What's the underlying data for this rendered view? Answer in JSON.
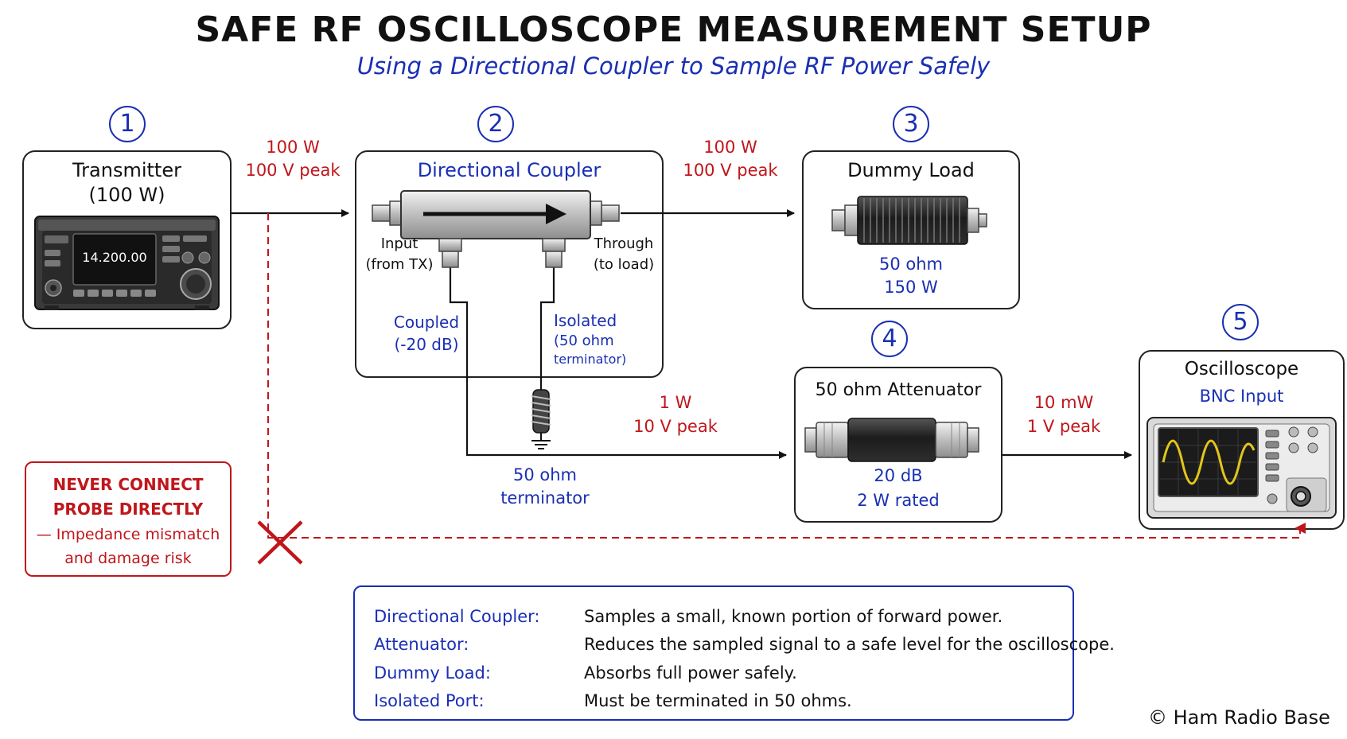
{
  "header": {
    "title": "SAFE RF OSCILLOSCOPE MEASUREMENT SETUP",
    "subtitle": "Using a Directional Coupler to Sample RF Power Safely"
  },
  "steps": [
    "1",
    "2",
    "3",
    "4",
    "5"
  ],
  "transmitter": {
    "title_line1": "Transmitter",
    "title_line2": "(100 W)",
    "display_freq": "14.200.00"
  },
  "coupler": {
    "title": "Directional Coupler",
    "input_line1": "Input",
    "input_line2": "(from TX)",
    "through_line1": "Through",
    "through_line2": "(to load)",
    "coupled_line1": "Coupled",
    "coupled_line2": "(-20 dB)",
    "isolated_line1": "Isolated",
    "isolated_line2": "(50 ohm",
    "isolated_line3": "terminator)"
  },
  "dummy_load": {
    "title": "Dummy Load",
    "spec1": "50 ohm",
    "spec2": "150 W"
  },
  "attenuator": {
    "title": "50 ohm Attenuator",
    "spec1": "20 dB",
    "spec2": "2 W rated"
  },
  "oscilloscope": {
    "title": "Oscilloscope",
    "subtitle": "BNC Input"
  },
  "signals": {
    "tx_to_coupler_power": "100 W",
    "tx_to_coupler_voltage": "100 V peak",
    "coupler_to_load_power": "100 W",
    "coupler_to_load_voltage": "100 V peak",
    "coupled_power": "1 W",
    "coupled_voltage": "10 V peak",
    "atten_out_power": "10 mW",
    "atten_out_voltage": "1 V peak"
  },
  "terminator_label_line1": "50 ohm",
  "terminator_label_line2": "terminator",
  "warning": {
    "line1": "NEVER CONNECT",
    "line2": "PROBE DIRECTLY",
    "line3": "— Impedance mismatch",
    "line4": "and damage risk"
  },
  "legend": [
    {
      "key": "Directional Coupler:",
      "value": "Samples a small, known portion of forward power."
    },
    {
      "key": "Attenuator:",
      "value": "Reduces the sampled signal to a safe level for the oscilloscope."
    },
    {
      "key": "Dummy Load:",
      "value": "Absorbs full power safely."
    },
    {
      "key": "Isolated Port:",
      "value": "Must be terminated in 50 ohms."
    }
  ],
  "copyright": "© Ham Radio Base",
  "colors": {
    "accent_blue": "#1a2fb3",
    "warning_red": "#c0161b",
    "scope_trace": "#e3c61a"
  }
}
